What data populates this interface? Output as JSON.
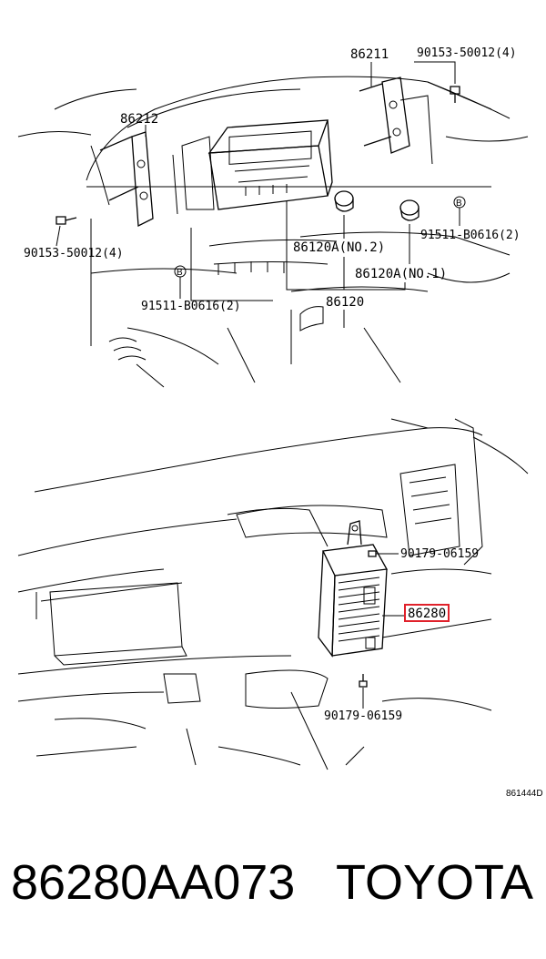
{
  "labels": {
    "p86211": "86211",
    "p90153_top": "90153-50012(4)",
    "p86212": "86212",
    "p90153_left": "90153-50012(4)",
    "p91511_right": "91511-B0616(2)",
    "p91511_left": "91511-B0616(2)",
    "p86120a_no2": "86120A(NO.2)",
    "p86120a_no1": "86120A(NO.1)",
    "p86120": "86120",
    "p90179_top": "90179-06159",
    "p86280": "86280",
    "p90179_bottom": "90179-06159",
    "fig_code": "861444D",
    "bolt_marker": "B"
  },
  "footer": {
    "part_number": "86280AA073",
    "brand": "TOYOTA"
  },
  "colors": {
    "highlight": "#e0212b",
    "ink": "#000000"
  }
}
